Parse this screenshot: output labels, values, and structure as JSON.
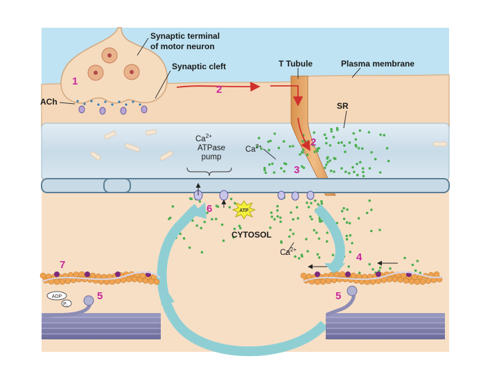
{
  "labels": {
    "synaptic_terminal_line1": "Synaptic terminal",
    "synaptic_terminal_line2": "of motor neuron",
    "synaptic_cleft": "Synaptic cleft",
    "t_tubule": "T Tubule",
    "plasma_membrane": "Plasma membrane",
    "ach": "ACh",
    "sr": "SR",
    "ca_pump_line1": "Ca",
    "ca_pump_sup": "2+",
    "ca_pump_line2": "ATPase",
    "ca_pump_line3": "pump",
    "ca_upper": "Ca",
    "ca_upper_sup": "2+",
    "ca_lower": "Ca",
    "ca_lower_sup": "2+",
    "cytosol": "CYTOSOL",
    "atp": "ATP",
    "adp": "ADP",
    "pi": "P",
    "pi_sub": "i"
  },
  "step_numbers": [
    "1",
    "2",
    "2",
    "3",
    "4",
    "5",
    "5",
    "6",
    "7"
  ],
  "colors": {
    "step_number": "#c8279a",
    "extracellular": "#bfe3f2",
    "muscle_fiber": "#f6dcc0",
    "sarcoplasmic_reticulum": "#cfe0ec",
    "t_tubule": "#e7a86a",
    "calcium_ion": "#4caf50",
    "action_potential_arrow": "#d0312d",
    "cycle_arrow": "#8fcfd4",
    "myosin": "#7a7aa6",
    "actin": "#f0a350"
  }
}
